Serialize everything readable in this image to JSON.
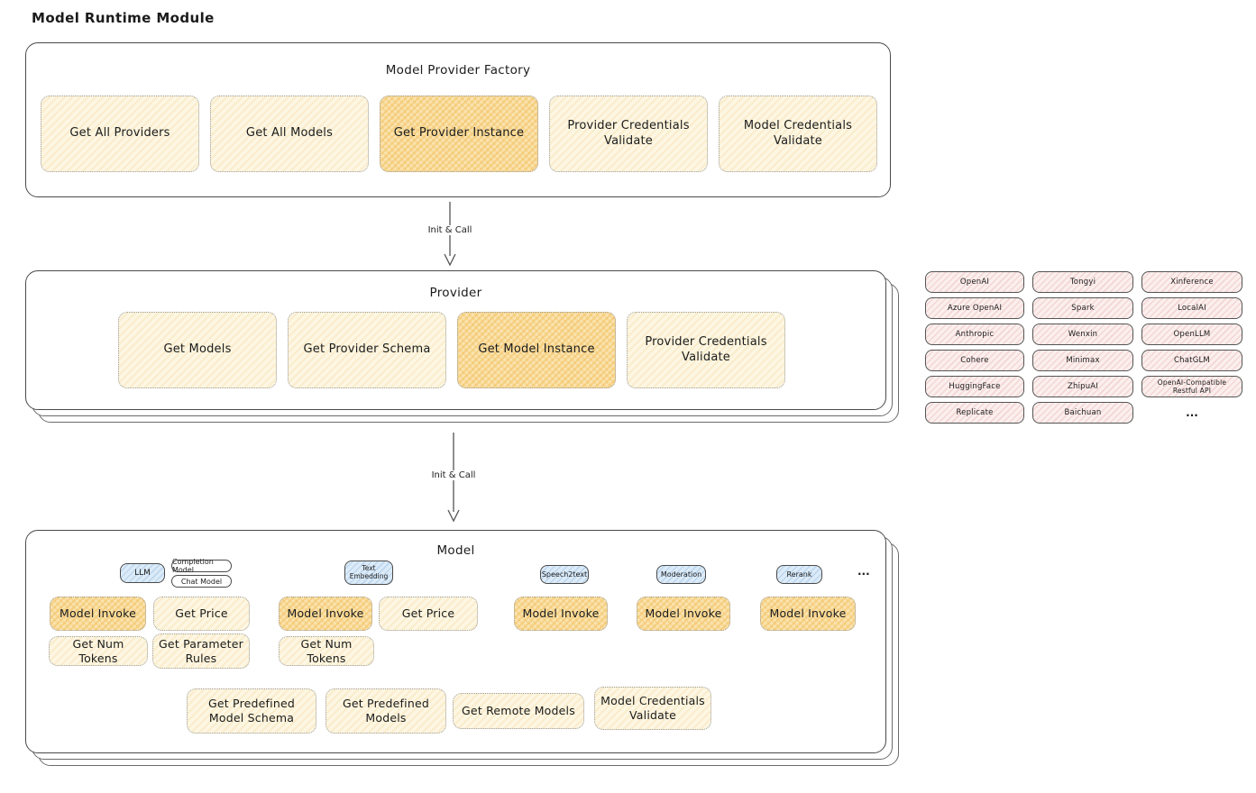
{
  "page_title": "Model Runtime Module",
  "factory": {
    "title": "Model Provider Factory",
    "buttons": [
      {
        "label": "Get All Providers",
        "highlighted": false
      },
      {
        "label": "Get All Models",
        "highlighted": false
      },
      {
        "label": "Get Provider Instance",
        "highlighted": true
      },
      {
        "label": "Provider Credentials Validate",
        "highlighted": false
      },
      {
        "label": "Model Credentials Validate",
        "highlighted": false
      }
    ]
  },
  "arrow1": {
    "label": "Init & Call"
  },
  "arrow2": {
    "label": "Init & Call"
  },
  "provider": {
    "title": "Provider",
    "buttons": [
      {
        "label": "Get Models",
        "highlighted": false
      },
      {
        "label": "Get Provider Schema",
        "highlighted": false
      },
      {
        "label": "Get Model Instance",
        "highlighted": true
      },
      {
        "label": "Provider Credentials Validate",
        "highlighted": false
      }
    ]
  },
  "provider_list": {
    "items": [
      "OpenAI",
      "Tongyi",
      "Xinference",
      "Azure OpenAI",
      "Spark",
      "LocalAI",
      "Anthropic",
      "Wenxin",
      "OpenLLM",
      "Cohere",
      "Minimax",
      "ChatGLM",
      "HuggingFace",
      "ZhipuAI",
      "OpenAI-Compatible Restful API",
      "Replicate",
      "Baichuan"
    ],
    "more_label": "..."
  },
  "model": {
    "title": "Model",
    "badges": {
      "llm": "LLM",
      "completion": "Completion Model",
      "chat": "Chat Model",
      "text_embedding": "Text Embedding",
      "speech2text": "Speech2text",
      "moderation": "Moderation",
      "rerank": "Rerank",
      "more": "..."
    },
    "buttons": {
      "model_invoke": "Model Invoke",
      "get_price": "Get Price",
      "get_num_tokens": "Get Num Tokens",
      "get_parameter_rules": "Get Parameter Rules",
      "get_predefined_model_schema": "Get Predefined Model Schema",
      "get_predefined_models": "Get Predefined Models",
      "get_remote_models": "Get Remote Models",
      "model_credentials_validate": "Model Credentials Validate"
    }
  },
  "colors": {
    "yellow_fill": "#FDF6E2",
    "orange_fill": "#FAE3AE",
    "pink_fill": "#FBEFEE",
    "blue_fill": "#DCEBF8",
    "border_dark": "#4a4a4a",
    "dotted_border": "#9b9b9b"
  }
}
